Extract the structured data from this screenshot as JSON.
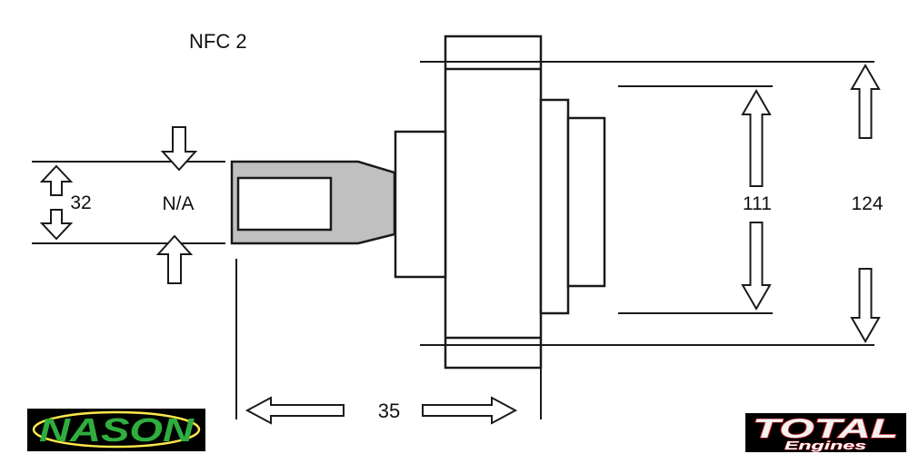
{
  "title": "NFC 2",
  "dimensions": {
    "shaft_diameter": "32",
    "keyway_label": "N/A",
    "hub_diameter": "111",
    "flange_diameter": "124",
    "shaft_length": "35"
  },
  "logos": {
    "nason_text": "NASON",
    "total_text": "TOTAL",
    "engines_text": "Engines"
  },
  "colors": {
    "line": "#1a1a1a",
    "shaft_fill": "#c0c0c0",
    "nason_green": "#2fae3e",
    "nason_yellow": "#ffe84a",
    "total_red": "#cf1f25"
  }
}
